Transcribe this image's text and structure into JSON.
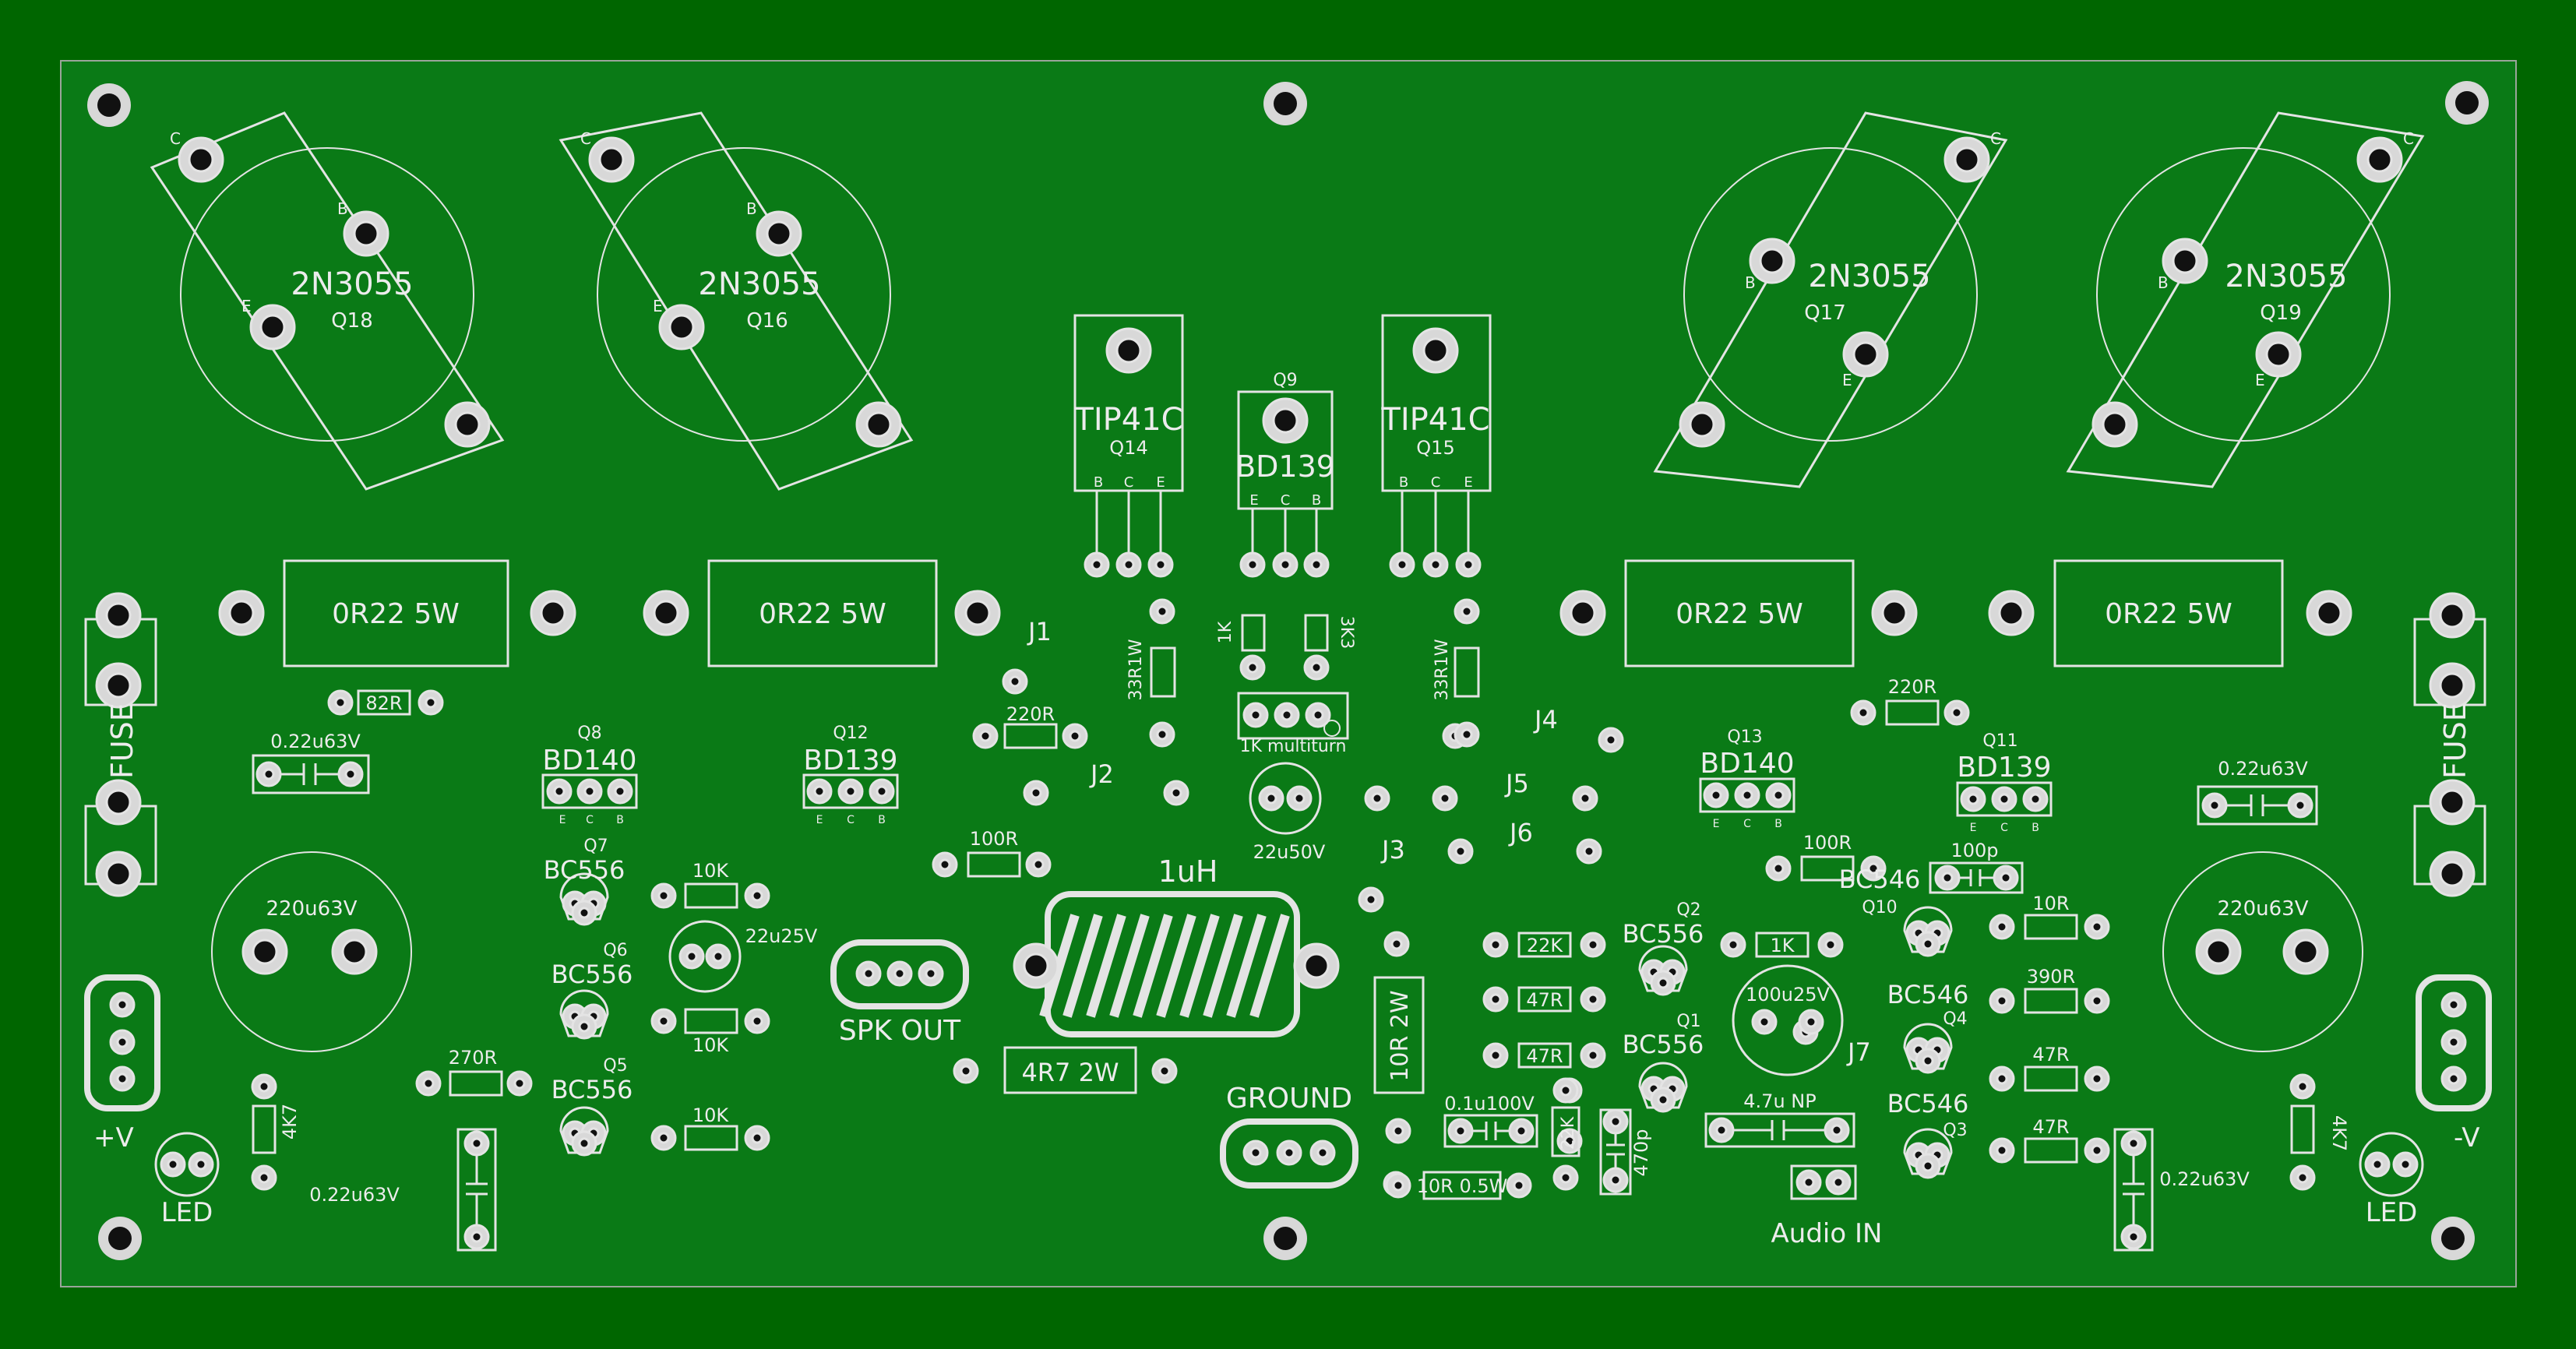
{
  "colors": {
    "board": "#0a7a16",
    "outer": "#006600",
    "silk": "#e8e8e8",
    "pad": "#cfcfcf",
    "hole": "#1a1a1a"
  },
  "transistors_power": [
    {
      "part": "2N3055",
      "ref": "Q18",
      "c": "C",
      "b": "B",
      "e": "E"
    },
    {
      "part": "2N3055",
      "ref": "Q16",
      "c": "C",
      "b": "B",
      "e": "E"
    },
    {
      "part": "2N3055",
      "ref": "Q17",
      "c": "C",
      "b": "B",
      "e": "E"
    },
    {
      "part": "2N3055",
      "ref": "Q19",
      "c": "C",
      "b": "B",
      "e": "E"
    }
  ],
  "drivers": [
    {
      "part": "TIP41C",
      "ref": "Q14",
      "pins": [
        "B",
        "C",
        "E"
      ]
    },
    {
      "part": "BD139",
      "ref": "Q9",
      "pins": [
        "E",
        "C",
        "B"
      ]
    },
    {
      "part": "TIP41C",
      "ref": "Q15",
      "pins": [
        "B",
        "C",
        "E"
      ]
    }
  ],
  "resistors_5w": [
    "0R22 5W",
    "0R22 5W",
    "0R22 5W",
    "0R22 5W"
  ],
  "labels": {
    "j1": "J1",
    "j2": "J2",
    "j3": "J3",
    "j4": "J4",
    "j5": "J5",
    "j6": "J6",
    "j7": "J7",
    "r_33r1w_a": "33R1W",
    "r_33r1w_b": "33R1W",
    "r_1k": "1K",
    "r_3k3": "3K3",
    "pot": "1K multiturn",
    "r_82r": "82R",
    "r_220r_l": "220R",
    "r_220r_r": "220R",
    "r_100r_l": "100R",
    "r_100r_r": "100R",
    "c_022_tl": "0.22u63V",
    "c_022_tr": "0.22u63V",
    "c_022_bl": "0.22u63V",
    "c_022_br": "0.22u63V",
    "c_220_l": "220u63V",
    "c_220_r": "220u63V",
    "c_22u50": "22u50V",
    "c_22u25": "22u25V",
    "c_100u25": "100u25V",
    "fuse_l": "FUSE",
    "fuse_r": "FUSE",
    "plus_v": "+V",
    "minus_v": "-V",
    "led_l": "LED",
    "led_r": "LED",
    "r_4k7_l": "4K7",
    "r_4k7_r": "4K7",
    "r_270r": "270R",
    "r_10k_a": "10K",
    "r_10k_b": "10K",
    "r_10k_c": "10K",
    "q8_ref": "Q8",
    "q8_part": "BD140",
    "q12_ref": "Q12",
    "q12_part": "BD139",
    "q13_ref": "Q13",
    "q13_part": "BD140",
    "q11_ref": "Q11",
    "q11_part": "BD139",
    "q7_ref": "Q7",
    "q7_part": "BC556",
    "q6_ref": "Q6",
    "q6_part": "BC556",
    "q5_ref": "Q5",
    "q5_part": "BC556",
    "q2_ref": "Q2",
    "q2_part": "BC556",
    "q1_ref": "Q1",
    "q1_part": "BC556",
    "q10_ref": "Q10",
    "q10_part": "BC546",
    "q4_ref": "Q4",
    "q4_part": "BC546",
    "q3_ref": "Q3",
    "q3_part": "BC546",
    "inductor": "1uH",
    "r_4r7": "4R7 2W",
    "spk_out": "SPK OUT",
    "ground": "GROUND",
    "r_10r2w": "10R 2W",
    "r_10r05w": "10R 0.5W",
    "c_01u100": "0.1u100V",
    "r_22k_a": "22K",
    "r_22k_b": "22K",
    "c_470p": "470p",
    "r_47r_a": "47R",
    "r_47r_b": "47R",
    "r_47r_c": "47R",
    "r_47r_d": "47R",
    "c_47u_np": "4.7u NP",
    "audio_in": "Audio IN",
    "c_100p": "100p",
    "r_10r": "10R",
    "r_390r": "390R",
    "pin_e": "E",
    "pin_c": "C",
    "pin_b": "B"
  }
}
